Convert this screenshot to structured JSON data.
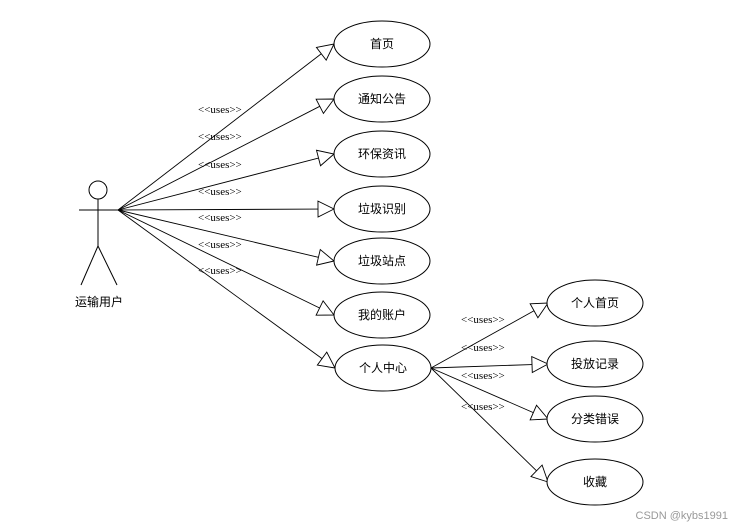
{
  "actor": {
    "label": "运输用户"
  },
  "relation_label": "<<uses>>",
  "main_use_cases": [
    {
      "label": "首页"
    },
    {
      "label": "通知公告"
    },
    {
      "label": "环保资讯"
    },
    {
      "label": "垃圾识别"
    },
    {
      "label": "垃圾站点"
    },
    {
      "label": "我的账户"
    },
    {
      "label": "个人中心"
    }
  ],
  "sub_use_cases": [
    {
      "label": "个人首页"
    },
    {
      "label": "投放记录"
    },
    {
      "label": "分类错误"
    },
    {
      "label": "收藏"
    }
  ],
  "watermark": "CSDN @kybs1991"
}
